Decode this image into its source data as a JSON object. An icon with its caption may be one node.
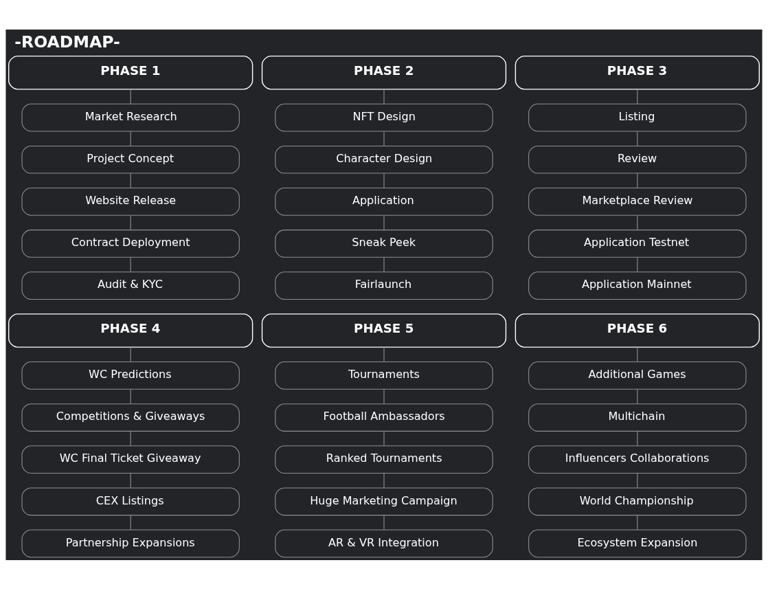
{
  "diagram": {
    "title": "-ROADMAP-",
    "nodes": [
      {
        "text": [
          "PHASE 1"
        ]
      },
      {
        "text": [
          "Market Research"
        ]
      },
      {
        "text": [
          "Project Concept"
        ]
      },
      {
        "text": [
          "Website Release"
        ]
      },
      {
        "text": [
          "Contract Deployment"
        ]
      },
      {
        "text": [
          "Audit & KYC"
        ]
      },
      {
        "text": [
          "PHASE 2"
        ]
      },
      {
        "text": [
          "NFT Design"
        ]
      },
      {
        "text": [
          "Character Design"
        ]
      },
      {
        "text": [
          "Application"
        ]
      },
      {
        "text": [
          "Sneak Peek"
        ]
      },
      {
        "text": [
          "Fairlaunch"
        ]
      },
      {
        "text": [
          "PHASE 3"
        ]
      },
      {
        "text": [
          "Listing"
        ]
      },
      {
        "text": [
          "Review"
        ]
      },
      {
        "text": [
          "Marketplace Review"
        ]
      },
      {
        "text": [
          "Application Testnet"
        ]
      },
      {
        "text": [
          "Application Mainnet"
        ]
      },
      {
        "text": [
          "PHASE 4"
        ]
      },
      {
        "text": [
          "WC Predictions"
        ]
      },
      {
        "text": [
          "Competitions & Giveaways"
        ]
      },
      {
        "text": [
          "WC Final Ticket Giveaway"
        ]
      },
      {
        "text": [
          "CEX Listings"
        ]
      },
      {
        "text": [
          "Partnership Expansions"
        ]
      },
      {
        "text": [
          "PHASE 5"
        ]
      },
      {
        "text": [
          "Tournaments"
        ]
      },
      {
        "text": [
          "Football Ambassadors"
        ]
      },
      {
        "text": [
          "Ranked Tournaments"
        ]
      },
      {
        "text": [
          "Huge Marketing Campaign"
        ]
      },
      {
        "text": [
          "AR & VR Integration"
        ]
      },
      {
        "text": [
          "PHASE 6"
        ]
      },
      {
        "text": [
          "Additional Games"
        ]
      },
      {
        "text": [
          "Multichain"
        ]
      },
      {
        "text": [
          "Influencers Collaborations"
        ]
      },
      {
        "text": [
          "World Championship"
        ]
      },
      {
        "text": [
          "Ecosystem Expansion"
        ]
      }
    ],
    "edges": [
      {
        "from": 0,
        "to": 1,
        "arrow": "none"
      },
      {
        "from": 1,
        "to": 2,
        "arrow": "none"
      },
      {
        "from": 2,
        "to": 3,
        "arrow": "none"
      },
      {
        "from": 3,
        "to": 4,
        "arrow": "none"
      },
      {
        "from": 4,
        "to": 5,
        "arrow": "none"
      },
      {
        "from": 6,
        "to": 7,
        "arrow": "none"
      },
      {
        "from": 7,
        "to": 8,
        "arrow": "none"
      },
      {
        "from": 8,
        "to": 9,
        "arrow": "none"
      },
      {
        "from": 9,
        "to": 10,
        "arrow": "none"
      },
      {
        "from": 10,
        "to": 11,
        "arrow": "none"
      },
      {
        "from": 12,
        "to": 13,
        "arrow": "none"
      },
      {
        "from": 13,
        "to": 14,
        "arrow": "none"
      },
      {
        "from": 14,
        "to": 15,
        "arrow": "none"
      },
      {
        "from": 15,
        "to": 16,
        "arrow": "none"
      },
      {
        "from": 16,
        "to": 17,
        "arrow": "none"
      },
      {
        "from": 18,
        "to": 19,
        "arrow": "none"
      },
      {
        "from": 19,
        "to": 20,
        "arrow": "none"
      },
      {
        "from": 20,
        "to": 21,
        "arrow": "none"
      },
      {
        "from": 21,
        "to": 22,
        "arrow": "none"
      },
      {
        "from": 22,
        "to": 23,
        "arrow": "none"
      },
      {
        "from": 24,
        "to": 25,
        "arrow": "none"
      },
      {
        "from": 25,
        "to": 26,
        "arrow": "none"
      },
      {
        "from": 26,
        "to": 27,
        "arrow": "none"
      },
      {
        "from": 27,
        "to": 28,
        "arrow": "none"
      },
      {
        "from": 28,
        "to": 29,
        "arrow": "none"
      },
      {
        "from": 30,
        "to": 31,
        "arrow": "none"
      },
      {
        "from": 31,
        "to": 32,
        "arrow": "none"
      },
      {
        "from": 32,
        "to": 33,
        "arrow": "none"
      },
      {
        "from": 33,
        "to": 34,
        "arrow": "none"
      },
      {
        "from": 34,
        "to": 35,
        "arrow": "none"
      }
    ]
  }
}
